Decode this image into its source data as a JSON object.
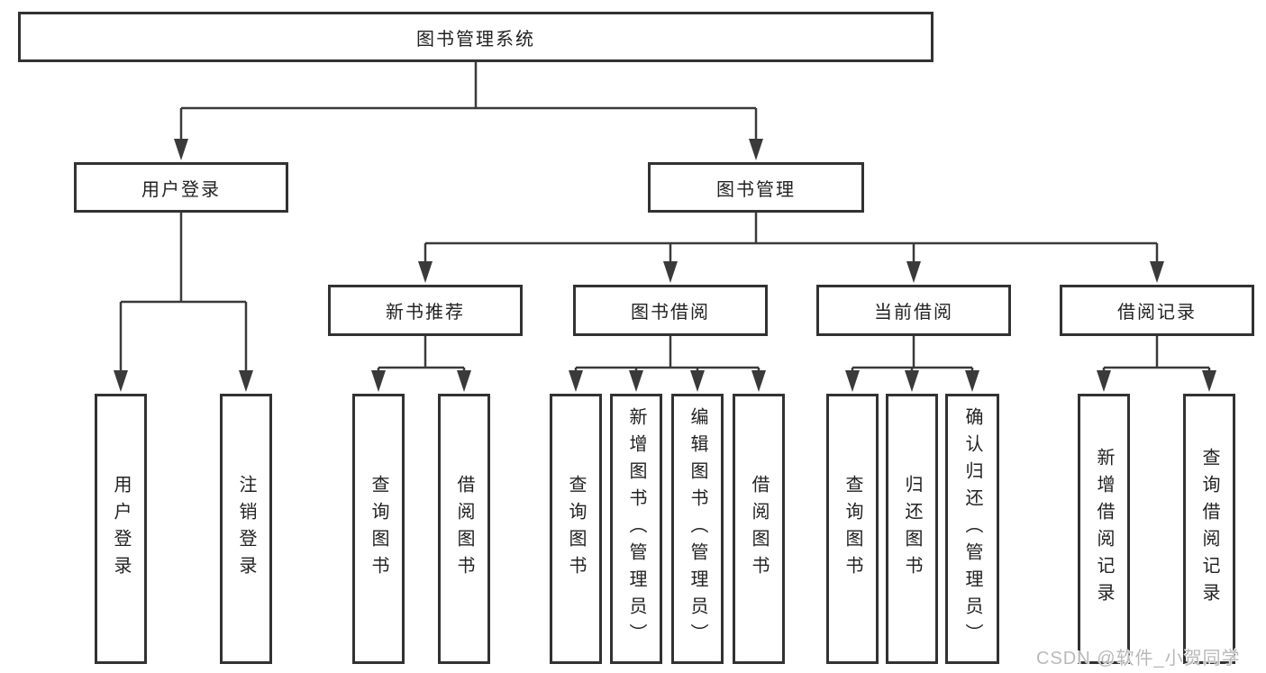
{
  "diagram": {
    "title": "图书管理系统",
    "root": {
      "label": "图书管理系统"
    },
    "level2": [
      {
        "label": "用户登录"
      },
      {
        "label": "图书管理"
      }
    ],
    "level3": [
      {
        "label": "新书推荐",
        "parent": "图书管理"
      },
      {
        "label": "图书借阅",
        "parent": "图书管理"
      },
      {
        "label": "当前借阅",
        "parent": "图书管理"
      },
      {
        "label": "借阅记录",
        "parent": "图书管理"
      }
    ],
    "leaves": [
      {
        "label": "用户登录",
        "parent": "用户登录"
      },
      {
        "label": "注销登录",
        "parent": "用户登录"
      },
      {
        "label": "查询图书",
        "parent": "新书推荐"
      },
      {
        "label": "借阅图书",
        "parent": "新书推荐"
      },
      {
        "label": "查询图书",
        "parent": "图书借阅"
      },
      {
        "label": "新增图书（管理员）",
        "parent": "图书借阅"
      },
      {
        "label": "编辑图书（管理员）",
        "parent": "图书借阅"
      },
      {
        "label": "借阅图书",
        "parent": "图书借阅"
      },
      {
        "label": "查询图书",
        "parent": "当前借阅"
      },
      {
        "label": "归还图书",
        "parent": "当前借阅"
      },
      {
        "label": "确认归还（管理员）",
        "parent": "当前借阅"
      },
      {
        "label": "新增借阅记录",
        "parent": "借阅记录"
      },
      {
        "label": "查询借阅记录",
        "parent": "借阅记录"
      }
    ]
  },
  "watermark": {
    "text": "CSDN @软件_小贺同学"
  },
  "colors": {
    "line": "#3a3a3a",
    "box_border": "#323232",
    "text": "#222222",
    "watermark": "#b9b9b9",
    "background": "#ffffff"
  }
}
